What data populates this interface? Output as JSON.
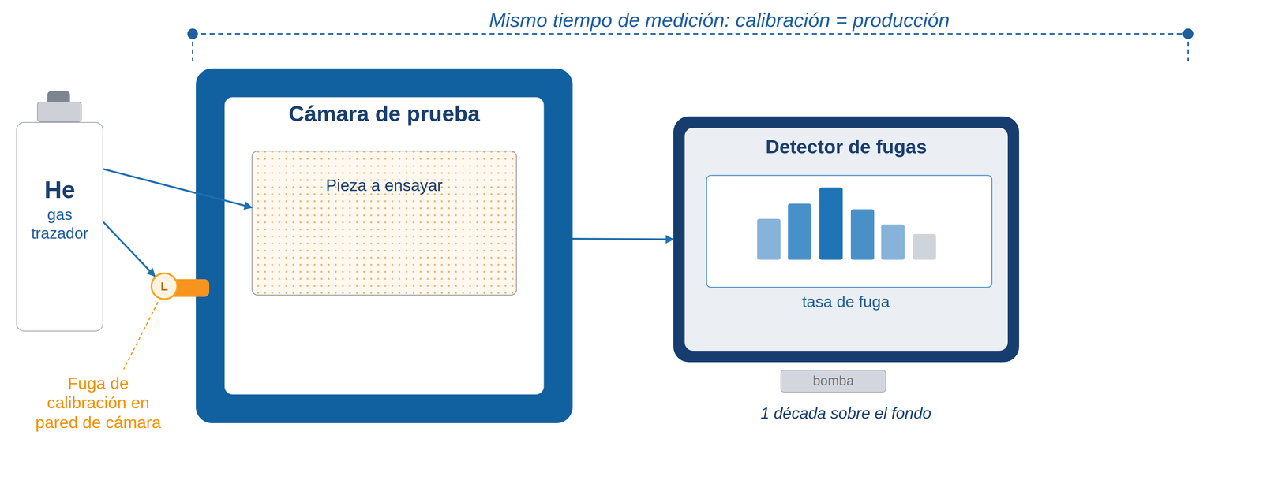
{
  "diagram": {
    "nodes": [
      {
        "text": [
          "He",
          "gas trazador"
        ]
      },
      {
        "text": [
          "Cámara de prueba"
        ]
      },
      {
        "text": [
          "Pieza a ensayar"
        ],
        "in": 1
      },
      {
        "text": [
          "L"
        ]
      },
      {
        "text": [
          "Detector de fugas"
        ]
      },
      {
        "text": [
          "bomba"
        ]
      }
    ],
    "edges": [
      {
        "from": 0,
        "to": 2,
        "arrow": "to"
      },
      {
        "from": 0,
        "to": 3,
        "arrow": "to"
      },
      {
        "from": 1,
        "to": 4,
        "arrow": "to"
      }
    ],
    "labels": [
      "Mismo tiempo de medición: calibración = producción",
      "Fuga de calibración en pared de cámara",
      "tasa de fuga",
      "1 década sobre el fondo"
    ]
  }
}
